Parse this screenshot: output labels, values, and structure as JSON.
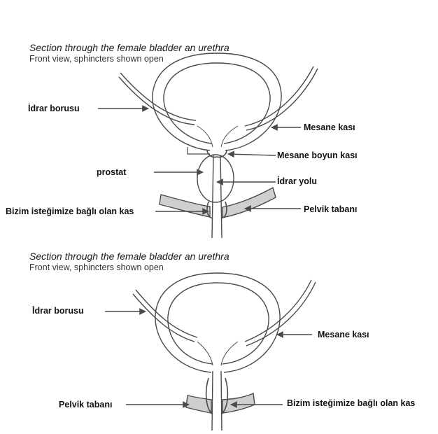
{
  "colors": {
    "line": "#4a4a4a",
    "muscle_fill": "#cfcfcf",
    "text": "#111111",
    "background": "#ffffff"
  },
  "diagrams": [
    {
      "title": "Section through the female bladder an urethra",
      "subtitle": "Front view, sphincters shown open",
      "labels": {
        "ureter": "İdrar borusu",
        "bladder_muscle": "Mesane kası",
        "bladder_neck_muscle": "Mesane boyun kası",
        "prostate": "prostat",
        "urethra": "İdrar yolu",
        "voluntary_muscle": "Bizim isteğimize bağlı olan kas",
        "pelvic_floor": "Pelvik tabanı"
      }
    },
    {
      "title": "Section through the female bladder an urethra",
      "subtitle": "Front view, sphincters shown open",
      "labels": {
        "ureter": "İdrar borusu",
        "bladder_muscle": "Mesane kası",
        "pelvic_floor": "Pelvik tabanı",
        "voluntary_muscle": "Bizim isteğimize bağlı olan kas"
      }
    }
  ]
}
